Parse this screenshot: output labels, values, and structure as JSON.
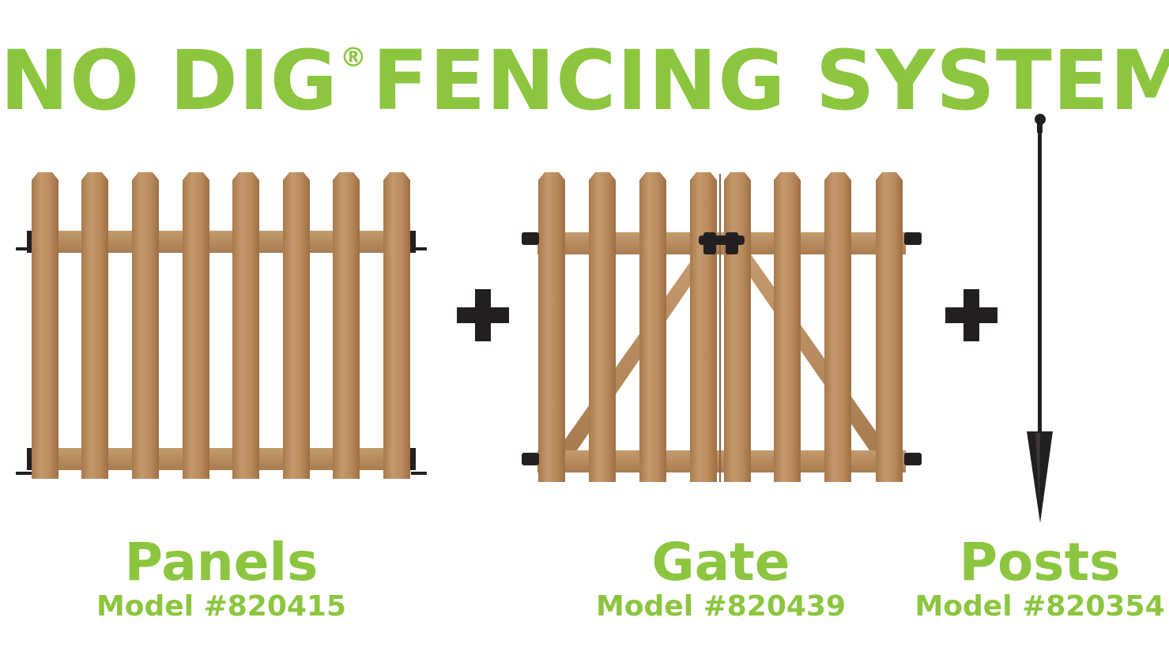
{
  "title": {
    "main_left": "NO DIG",
    "registered_mark": "®",
    "main_right": "FENCING SYSTEM"
  },
  "components": [
    {
      "name": "Panels",
      "model": "Model #820415",
      "icon": "picket-fence-panel-icon"
    },
    {
      "name": "Gate",
      "model": "Model #820439",
      "icon": "double-gate-icon"
    },
    {
      "name": "Posts",
      "model": "Model #820354",
      "icon": "spike-post-icon"
    }
  ],
  "colors": {
    "accent_green": "#8cc63f",
    "wood": "#b88b5e",
    "wood_dark": "#a5784d",
    "hardware": "#231f20"
  }
}
